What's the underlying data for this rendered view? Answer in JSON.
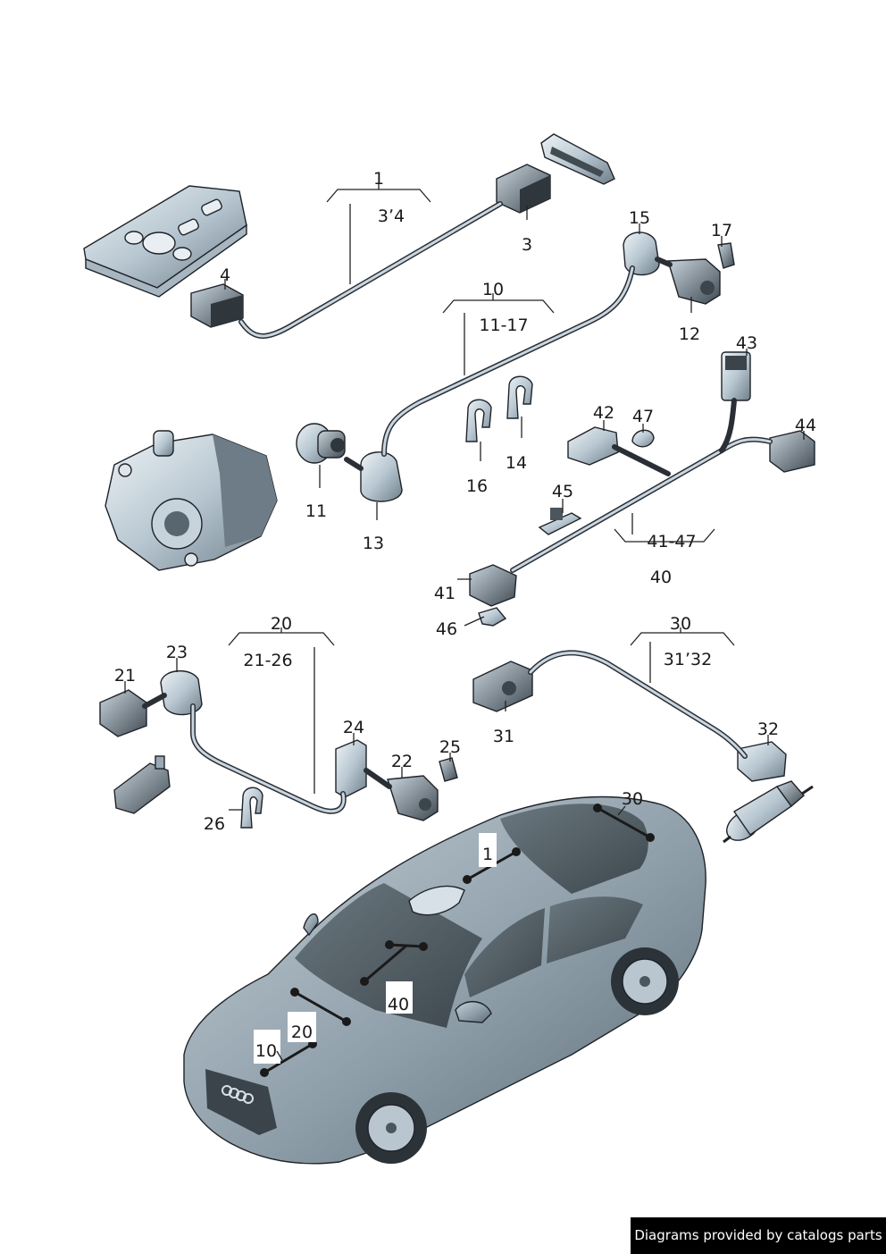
{
  "callouts": {
    "c1": "1",
    "c1_range": "3ʼ4",
    "c3": "3",
    "c4": "4",
    "c10": "10",
    "c10_range": "11-17",
    "c11": "11",
    "c12": "12",
    "c13": "13",
    "c14": "14",
    "c15": "15",
    "c16": "16",
    "c17": "17",
    "c20": "20",
    "c20_range": "21-26",
    "c21": "21",
    "c22": "22",
    "c23": "23",
    "c24": "24",
    "c25": "25",
    "c26": "26",
    "c30": "30",
    "c30_range": "31ʼ32",
    "c31": "31",
    "c32": "32",
    "c40": "40",
    "c40_range": "41-47",
    "c41": "41",
    "c42": "42",
    "c43": "43",
    "c44": "44",
    "c45": "45",
    "c46": "46",
    "c47": "47"
  },
  "car_markers": {
    "m1": "1",
    "m10": "10",
    "m20": "20",
    "m30": "30",
    "m40": "40"
  },
  "footer": {
    "credit": "Diagrams provided by catalogs parts"
  },
  "colors": {
    "part_light": "#dbe5ec",
    "part_mid": "#a9b9c4",
    "part_dark": "#5e6d78",
    "car_body": "#9aa9b3",
    "glass": "#4e5a60"
  }
}
